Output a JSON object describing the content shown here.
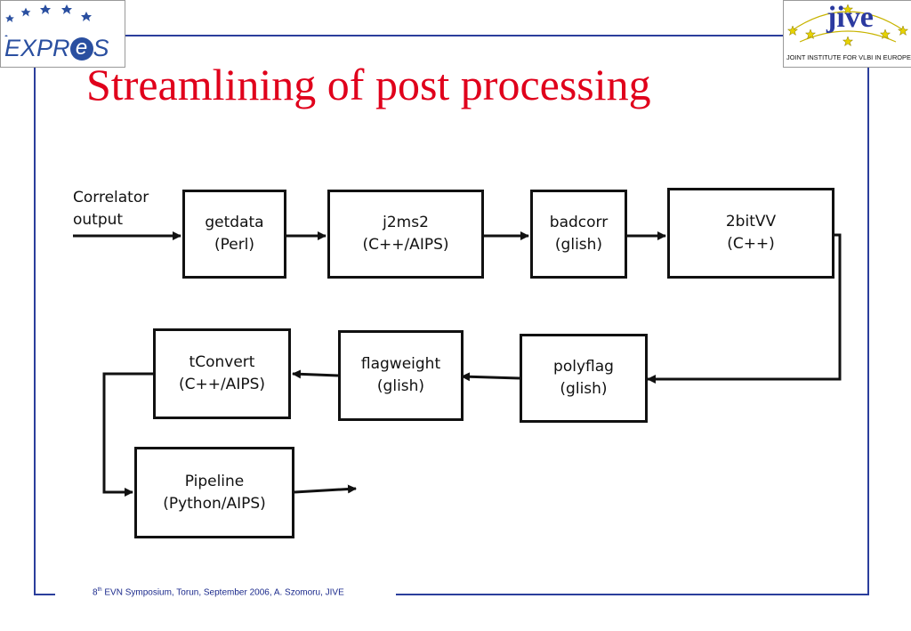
{
  "slide": {
    "title": "Streamlining of post processing",
    "footer": {
      "ordinal": "8",
      "ordinal_suffix": "th",
      "text": " EVN Symposium, Torun, September 2006, A. Szomoru, JIVE"
    }
  },
  "logos": {
    "left": {
      "text_pre": "EXPR",
      "text_mid": "e",
      "text_post": "S",
      "color": "#2a4fa0"
    },
    "right": {
      "text": "jive",
      "subtext": "JOINT INSTITUTE FOR VLBI IN EUROPE",
      "color": "#2b3aa0"
    }
  },
  "diagram": {
    "input_label": {
      "line1": "Correlator",
      "line2": "output"
    },
    "nodes": {
      "getdata": {
        "line1": "getdata",
        "line2": "(Perl)"
      },
      "j2ms2": {
        "line1": "j2ms2",
        "line2": "(C++/AIPS)"
      },
      "badcorr": {
        "line1": "badcorr",
        "line2": "(glish)"
      },
      "twobitvv": {
        "line1": "2bitVV",
        "line2": "(C++)"
      },
      "polyflag": {
        "line1": "polyflag",
        "line2": "(glish)"
      },
      "flagweight": {
        "line1": "flagweight",
        "line2": "(glish)"
      },
      "tconvert": {
        "line1": "tConvert",
        "line2": "(C++/AIPS)"
      },
      "pipeline": {
        "line1": "Pipeline",
        "line2": "(Python/AIPS)"
      }
    }
  },
  "colors": {
    "title": "#e0001b",
    "frame": "#2b3e9c",
    "box_border": "#111111"
  }
}
